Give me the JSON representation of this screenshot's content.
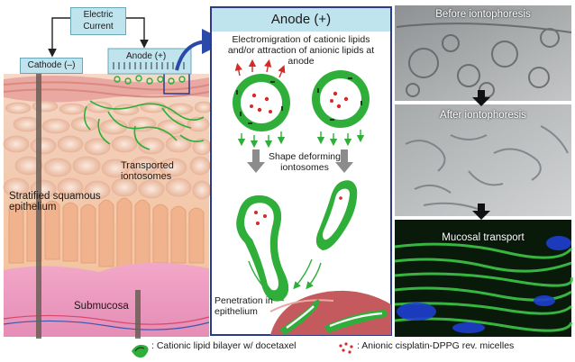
{
  "labels": {
    "electric_current": [
      "Electric",
      "Current"
    ],
    "cathode": "Cathode (–)",
    "anode_small": "Anode (+)",
    "transported_iontosomes": [
      "Transported",
      "iontosomes"
    ],
    "stratified_epithelium": [
      "Stratified squamous",
      "epithelium"
    ],
    "submucosa": "Submucosa",
    "anode_header": "Anode (+)",
    "electromigration": [
      "Electromigration of cationic lipids",
      "and/or attraction of anionic lipids at",
      "anode"
    ],
    "shape_deforming": [
      "Shape deforming",
      "iontosomes"
    ],
    "penetration": [
      "Penetration in",
      "epithelium"
    ]
  },
  "photos": {
    "before": "Before iontophoresis",
    "after": "After iontophoresis",
    "mucosal": "Mucosal transport"
  },
  "legend": {
    "cationic": ": Cationic lipid bilayer w/ docetaxel",
    "anionic": ": Anionic cisplatin-DPPG rev. micelles"
  },
  "colors": {
    "lipid_green": "#2fae3a",
    "micelle_red": "#d42a2a",
    "box_fill": "#bfe4ee",
    "panel_border": "#2b3a8c",
    "epithelium_pink": "#c45a5e"
  }
}
